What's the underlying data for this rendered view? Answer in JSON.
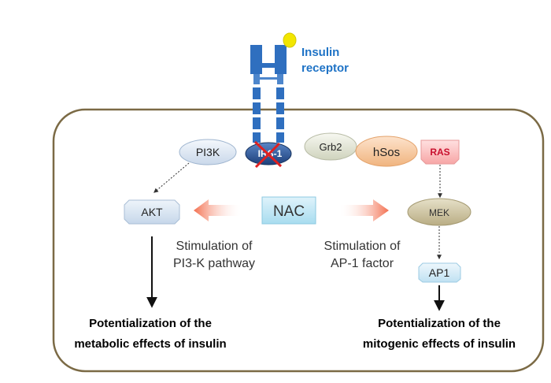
{
  "receptor": {
    "label_line1": "Insulin",
    "label_line2": "receptor",
    "label_color": "#1f73c6",
    "body_color": "#2f6fbf",
    "ligand_color": "#f2e600"
  },
  "nodes": {
    "pi3k": "PI3K",
    "irs1": "IRS-1",
    "grb2": "Grb2",
    "hsos": "hSos",
    "ras": "RAS",
    "akt": "AKT",
    "nac": "NAC",
    "mek": "MEK",
    "ap1": "AP1"
  },
  "labels": {
    "left_stim_line1": "Stimulation of",
    "left_stim_line2": "PI3-K pathway",
    "right_stim_line1": "Stimulation of",
    "right_stim_line2": "AP-1 factor",
    "left_outcome_line1": "Potentialization of the",
    "left_outcome_line2": "metabolic effects of insulin",
    "right_outcome_line1": "Potentialization of the",
    "right_outcome_line2": "mitogenic effects of insulin"
  },
  "colors": {
    "cell_border": "#7b6a45",
    "arrow_orange": "#f36f4f",
    "inhibit_x": "#e02020",
    "ras_text": "#c8102e"
  }
}
